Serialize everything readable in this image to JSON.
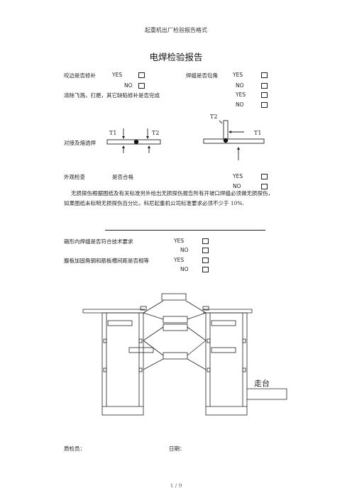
{
  "header": "起重机出厂检验报告格式",
  "title": "电焊检验报告",
  "section1": {
    "undercut_label": "咬边是否修补",
    "wrap_label": "焊缝是否包角",
    "spatter_label": "清除飞溅，打磨，其它缺陷修补是否完成",
    "butt_label": "对接及熔透焊",
    "appearance_label": "外观检查",
    "compliance_label": "是否合格",
    "yes": "YES",
    "no": "NO"
  },
  "diagram_labels": {
    "t1": "T1",
    "t2": "T2"
  },
  "paragraph_lines": [
    "无损探伤根据图纸及有关标准另外给出无损探伤报告所有开坡口焊缝必须做无损探伤，",
    "如果图纸未标明无损探伤百分比，科尼起重机公司标准要求必须不少于 10%."
  ],
  "section2": {
    "box_weld_label": "箱形内焊缝是否符合技术要求",
    "web_label": "腹板加固角钢和筋板槽间距是否相等",
    "yes": "YES",
    "no": "NO"
  },
  "drawing": {
    "walkway_label": "走台"
  },
  "signoff": {
    "inspector_label": "质检员：",
    "date_label": "日期："
  },
  "footer": "1 / 9"
}
